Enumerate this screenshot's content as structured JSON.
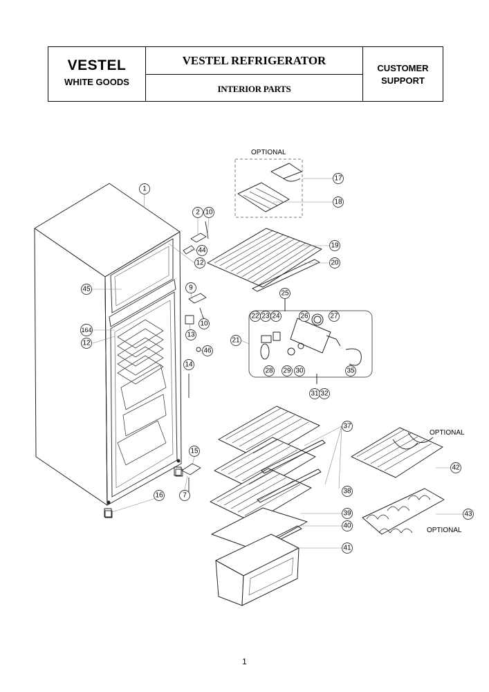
{
  "header": {
    "brand": "VESTEL",
    "brand_sub": "WHITE GOODS",
    "title": "VESTEL REFRIGERATOR",
    "subtitle": "INTERIOR PARTS",
    "support_line1": "CUSTOMER",
    "support_line2": "SUPPORT"
  },
  "notes": {
    "optional_top": "OPTIONAL",
    "optional_right": "OPTIONAL",
    "optional_bottom": "OPTIONAL"
  },
  "callouts": [
    "1",
    "2",
    "10",
    "44",
    "12",
    "45",
    "9",
    "10",
    "13",
    "164",
    "12",
    "46",
    "14",
    "15",
    "16",
    "7",
    "17",
    "18",
    "19",
    "20",
    "25",
    "22",
    "23",
    "24",
    "26",
    "27",
    "21",
    "28",
    "29",
    "30",
    "35",
    "31",
    "32",
    "37",
    "38",
    "39",
    "40",
    "41",
    "42",
    "43"
  ],
  "page_number": "1"
}
